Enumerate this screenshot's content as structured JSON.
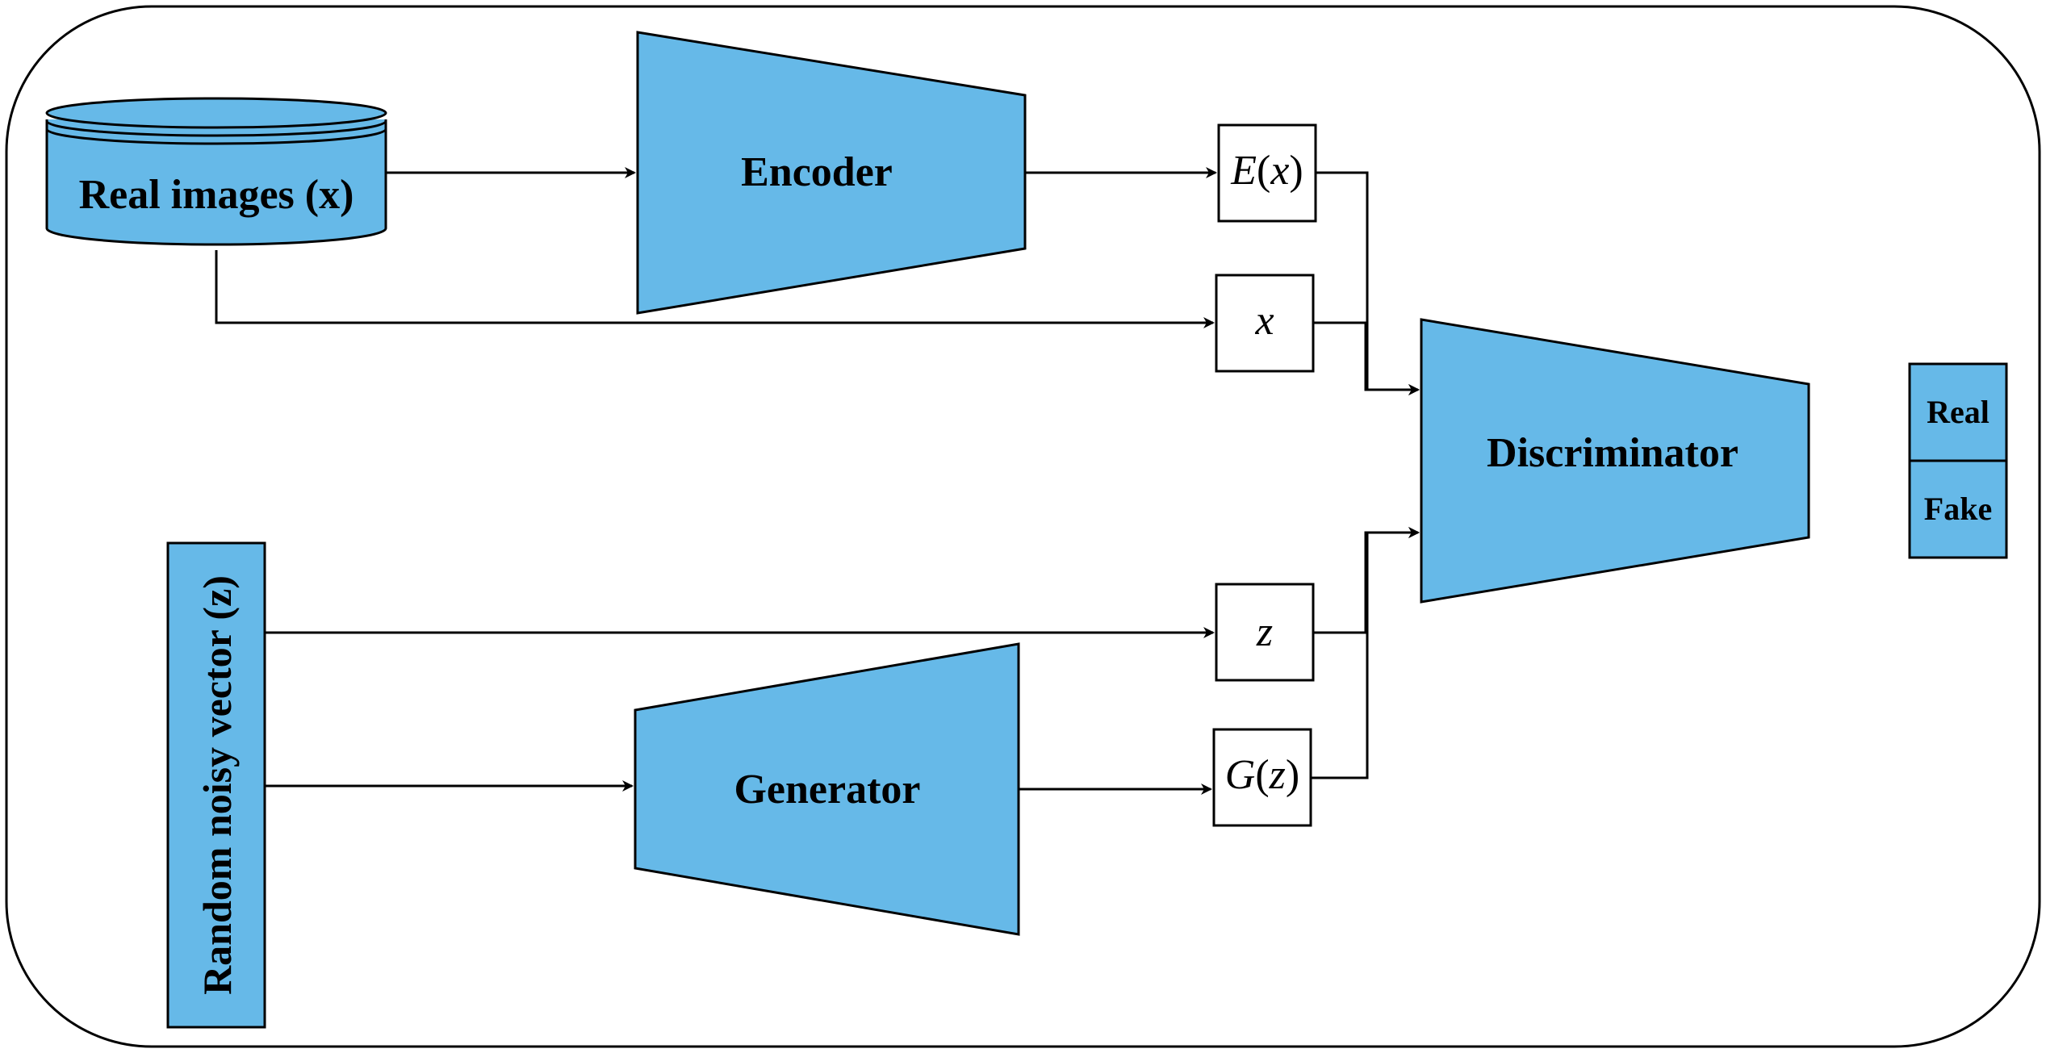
{
  "colors": {
    "block_fill": "#66b9e8",
    "stroke": "#000000",
    "background": "#ffffff"
  },
  "nodes": {
    "real_images": "Real images (x)",
    "encoder": "Encoder",
    "generator": "Generator",
    "discriminator": "Discriminator",
    "noise_vector": "Random noisy vector (z)",
    "output_real": "Real",
    "output_fake": "Fake"
  },
  "math_boxes": {
    "ex": {
      "func": "E",
      "arg": "x"
    },
    "x": {
      "var": "x"
    },
    "z": {
      "var": "z"
    },
    "gz": {
      "func": "G",
      "arg": "z"
    }
  }
}
